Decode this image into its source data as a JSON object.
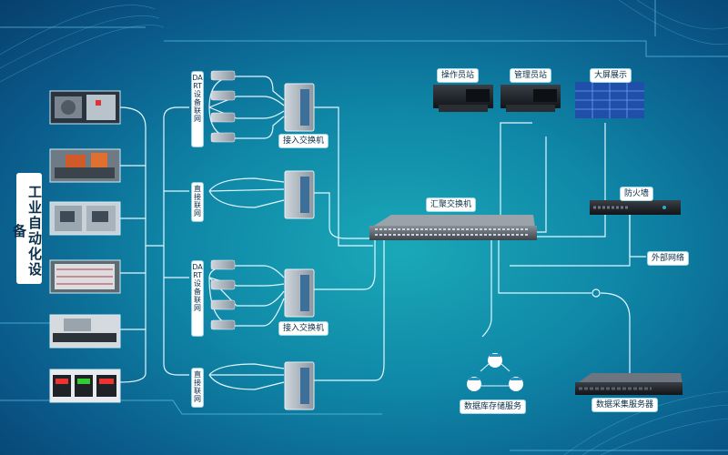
{
  "category_title": "工业自动化设备",
  "group_labels": {
    "dart_top": "DART设备联网",
    "direct_top": "直接联网",
    "dart_bottom": "DART设备联网",
    "direct_bottom": "直接联网"
  },
  "switch_labels": {
    "access_top": "接入交换机",
    "access_bottom": "接入交换机",
    "aggregation": "汇聚交换机"
  },
  "stations": {
    "operator": "操作员站",
    "manager": "管理员站",
    "display": "大屏展示"
  },
  "network": {
    "firewall": "防火墙",
    "external": "外部网络"
  },
  "servers": {
    "database": "数据库存储服务",
    "collector": "数据采集服务器"
  },
  "colors": {
    "line": "#dff6ff",
    "label_bg": "#ffffff",
    "label_text": "#0b2f4a",
    "background_center": "#1aa9b8",
    "background_edge": "#073f6d"
  }
}
